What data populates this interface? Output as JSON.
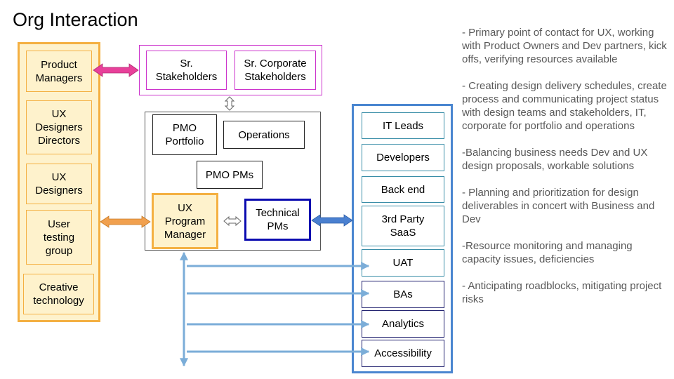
{
  "title": "Org Interaction",
  "colors": {
    "left_group_fill": "#fef2cc",
    "left_group_border": "#f4b042",
    "stakeholder_border": "#cc33cc",
    "pink_arrow": "#e8409a",
    "orange_arrow": "#f1a04e",
    "blue_arrow": "#4a80d0",
    "light_blue_lines": "#7badd8",
    "right_group_border": "#4a86d0",
    "technical_pm_border": "#0b0bb0"
  },
  "left_group": [
    "Product\nManagers",
    "UX\nDesigners\nDirectors",
    "UX\nDesigners",
    "User\ntesting\ngroup",
    "Creative\ntechnology"
  ],
  "top_group": [
    "Sr.\nStakeholders",
    "Sr. Corporate\nStakeholders"
  ],
  "center_group": {
    "pmo_portfolio": "PMO\nPortfolio",
    "operations": "Operations",
    "pmo_pms": "PMO PMs",
    "ux_program_manager": "UX\nProgram\nManager",
    "technical_pms": "Technical\nPMs"
  },
  "right_group": [
    "IT Leads",
    "Developers",
    "Back end",
    "3rd Party\nSaaS",
    "UAT",
    "BAs",
    "Analytics",
    "Accessibility"
  ],
  "notes": [
    "- Primary point of contact for UX, working with Product Owners and Dev partners, kick offs, verifying resources available",
    "- Creating design delivery schedules, create process and communicating project status with design teams and stakeholders, IT, corporate for portfolio and operations",
    "-Balancing business needs Dev and UX design proposals, workable solutions",
    "- Planning and prioritization for design deliverables in concert with Business and Dev",
    "-Resource monitoring and managing capacity issues, deficiencies",
    "- Anticipating roadblocks, mitigating project risks"
  ]
}
